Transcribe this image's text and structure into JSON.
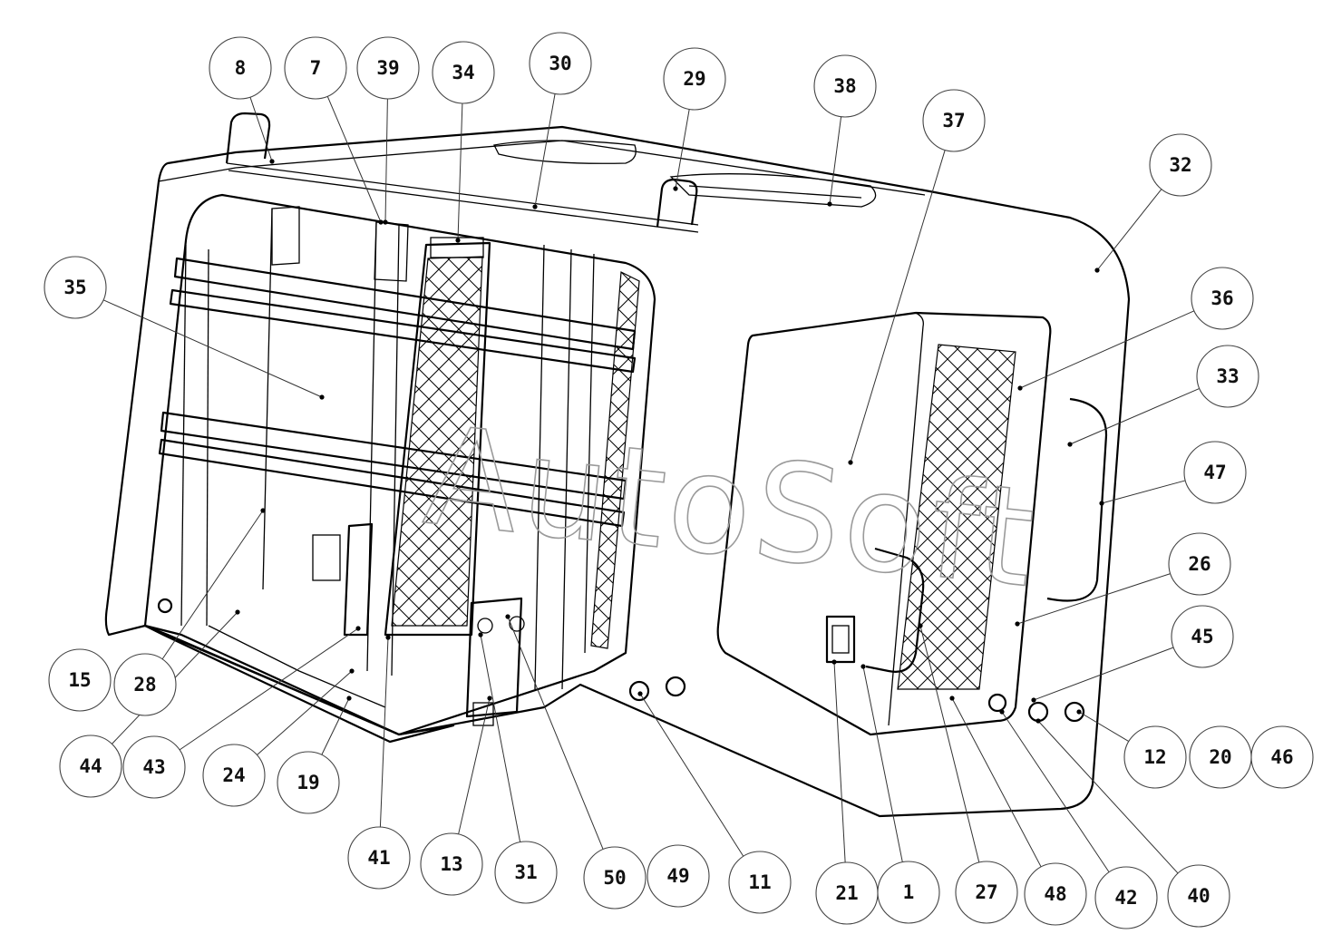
{
  "watermark": "AutoSoft",
  "callouts": [
    "8",
    "7",
    "39",
    "34",
    "30",
    "29",
    "38",
    "37",
    "32",
    "35",
    "36",
    "33",
    "47",
    "26",
    "45",
    "12",
    "20",
    "46",
    "15",
    "28",
    "44",
    "43",
    "24",
    "19",
    "41",
    "13",
    "31",
    "50",
    "49",
    "11",
    "21",
    "1",
    "27",
    "48",
    "42",
    "40"
  ]
}
